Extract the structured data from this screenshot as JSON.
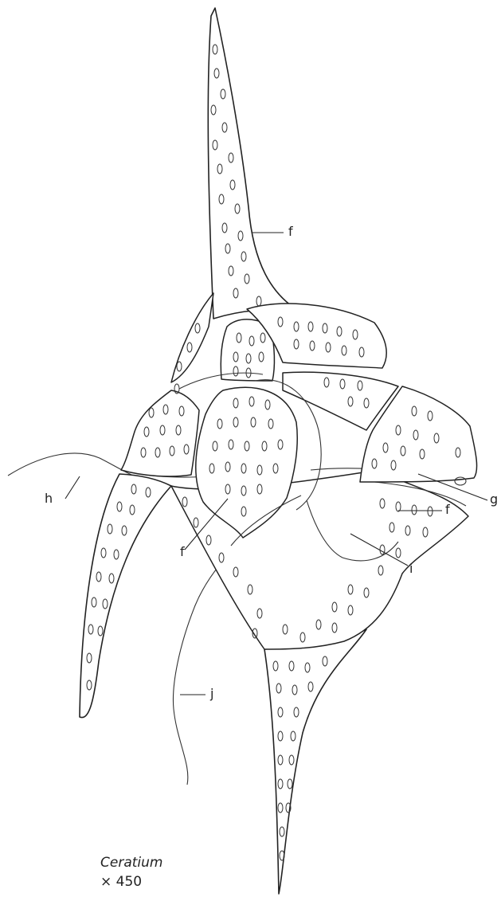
{
  "labels": {
    "f_top": "f",
    "f_left": "f",
    "f_right": "f",
    "g": "g",
    "h": "h",
    "i": "i",
    "j": "j"
  },
  "caption": {
    "name": "Ceratium",
    "magnification": "× 450"
  }
}
